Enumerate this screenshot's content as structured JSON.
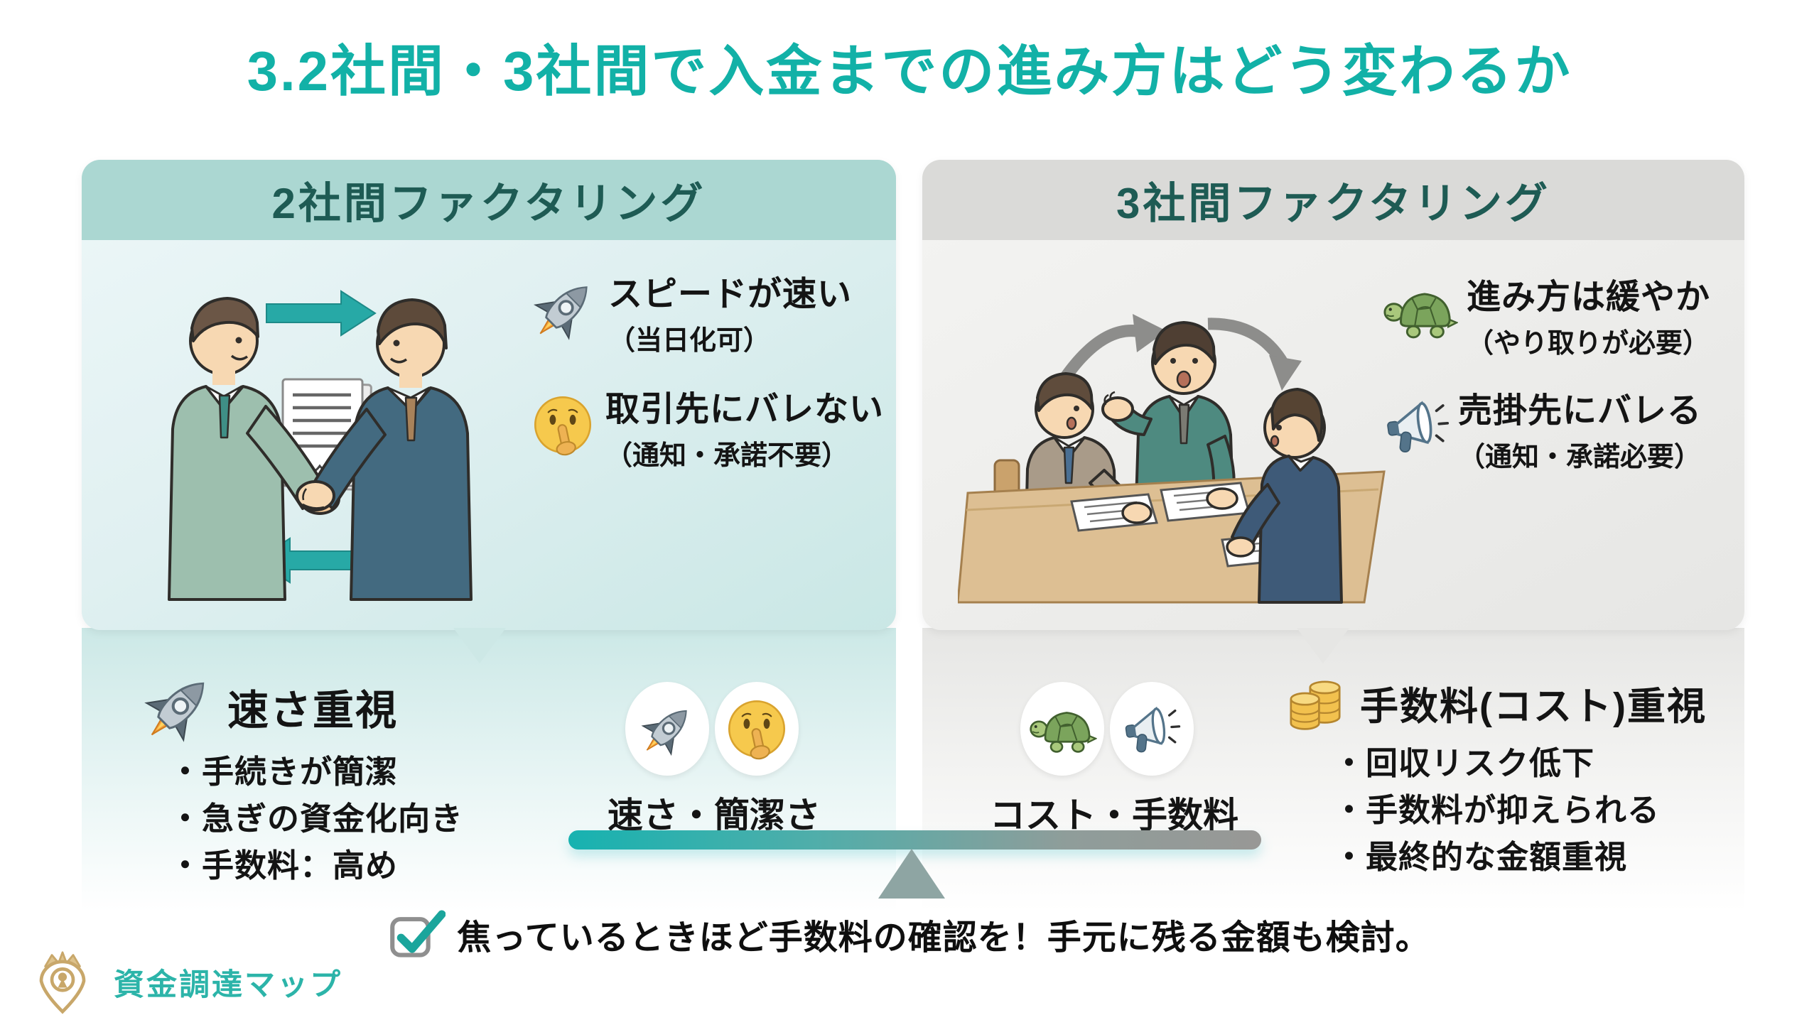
{
  "page": {
    "title": "3.2社間・3社間で入金までの進み方はどう変わるか"
  },
  "panels": {
    "left": {
      "header": "2社間ファクタリング",
      "features": [
        {
          "icon": "rocket-icon",
          "title": "スピードが速い",
          "note": "（当日化可）"
        },
        {
          "icon": "shushing-face-icon",
          "title": "取引先にバレない",
          "note": "（通知・承諾不要）"
        }
      ],
      "summary": {
        "icon": "rocket-icon",
        "heading": "速さ重視",
        "bullets": [
          "・手続きが簡潔",
          "・急ぎの資金化向き",
          "・手数料：高め"
        ]
      }
    },
    "right": {
      "header": "3社間ファクタリング",
      "features": [
        {
          "icon": "turtle-icon",
          "title": "進み方は緩やか",
          "note": "（やり取りが必要）"
        },
        {
          "icon": "megaphone-icon",
          "title": "売掛先にバレる",
          "note": "（通知・承諾必要）"
        }
      ],
      "summary": {
        "icon": "coins-icon",
        "heading": "手数料(コスト)重視",
        "bullets": [
          "・回収リスク低下",
          "・手数料が抑えられる",
          "・最終的な金額重視"
        ]
      }
    }
  },
  "balance": {
    "left_label": "速さ・簡潔さ",
    "right_label": "コスト・手数料",
    "left_icons": [
      "rocket-icon",
      "shushing-face-icon"
    ],
    "right_icons": [
      "turtle-icon",
      "megaphone-icon"
    ]
  },
  "footnote": "焦っているときほど手数料の確認を！手元に残る金額も検討。",
  "logo": "資金調達マップ",
  "colors": {
    "title": "#12b1a7",
    "left_header_bg": "#abd7d2",
    "left_body_bg": "#cde8e6",
    "right_header_bg": "#dadad8",
    "right_body_bg": "#e6e6e4",
    "header_text": "#1e5b54",
    "bar_teal": "#17b2b0",
    "bar_gray": "#989896",
    "fulcrum": "#8ea5a3",
    "logo_text": "#2cb4a9"
  }
}
